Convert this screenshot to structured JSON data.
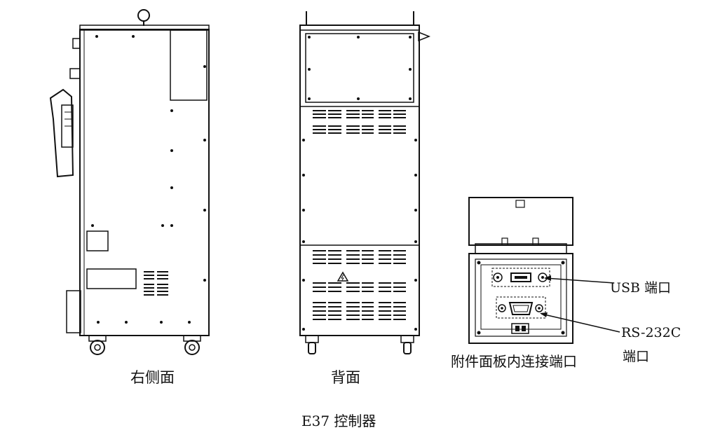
{
  "title": "E37 控制器",
  "views": {
    "right_side": "右侧面",
    "back": "背面",
    "panel": "附件面板内连接端口"
  },
  "callouts": {
    "usb": "USB 端口",
    "rs232_line1": "RS-232C",
    "rs232_line2": "端口"
  },
  "icons": {
    "warning": "high-voltage-warning-icon"
  }
}
